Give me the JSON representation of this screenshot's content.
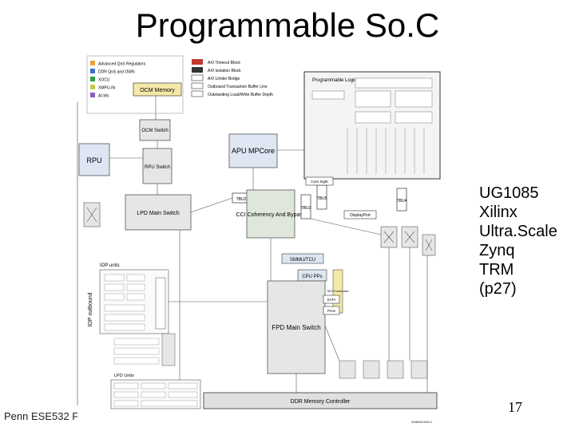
{
  "slide": {
    "title": "Programmable So.C",
    "footer": "Penn ESE532 F",
    "page_number": "17",
    "caption_lines": [
      "UG1085",
      "Xilinx",
      "Ultra.Scale",
      "Zynq",
      "TRM",
      "(p27)"
    ]
  },
  "diagram": {
    "legend": [
      {
        "color": "#e8a33a",
        "label": "Advanced QoS Regulators"
      },
      {
        "color": "#3a6fd0",
        "label": "DDR QoS and OWN"
      },
      {
        "color": "#2e9e4a",
        "label": "XOCU"
      },
      {
        "color": "#c8c84a",
        "label": "XMPU-IN"
      },
      {
        "color": "#8a5cc0",
        "label": "AI-Ws"
      }
    ],
    "legend_right": [
      "AXI Timeout Block",
      "AXI Isolation Block",
      "AXI Limiter Bridge",
      "Outbound Transaction Buffer Line",
      "Outstanding Load/Write Buffer Depth"
    ],
    "blocks": {
      "ocm": "OCM Memory",
      "ocm_switch": "OCM Switch",
      "rpu": "RPU",
      "rpu_switch": "RPU Switch",
      "apu": "APU MPCore",
      "pl": "Programmable Logic",
      "lpd_switch": "LPD Main Switch",
      "cci": "CCI Coherency And Bypass",
      "smmu": "SMMU/TCU",
      "cpu_pp": "CPU PPs",
      "fpd_switch": "FPD Main Switch",
      "ddr": "DDR Memory Controller",
      "iop": "IOP units",
      "lpd_units": "LPD Units",
      "iop_outbound": "IOP outbound",
      "core_sight": "Core Sight",
      "tbu2": "TBU2",
      "tbu3": "TBU3",
      "tbu5": "TBU5",
      "tbu4": "TBU4",
      "display_port": "DisplayPort",
      "sata": "SATA",
      "pcie": "PCIe",
      "sio_coreboard": "SIO Coreboard"
    },
    "figure_id": "X15000-000-X"
  }
}
